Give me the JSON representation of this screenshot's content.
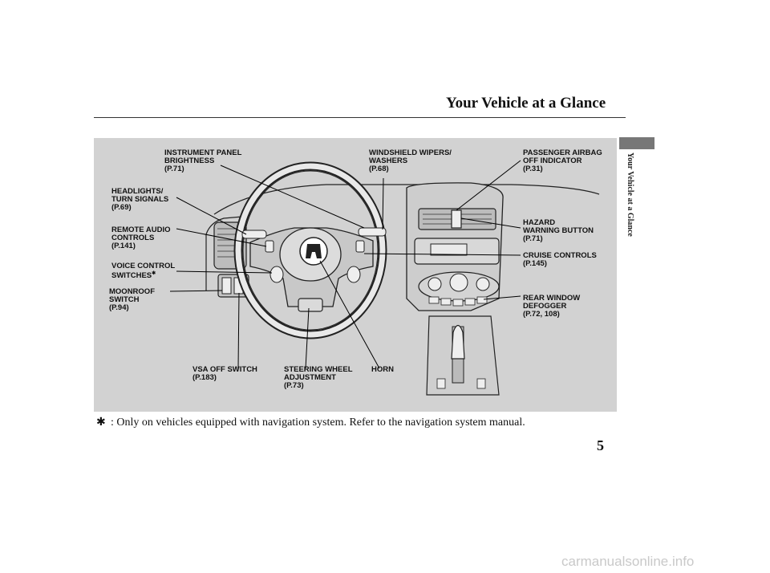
{
  "header": {
    "title": "Your Vehicle at a Glance"
  },
  "side_tab": {
    "text": "Your Vehicle at a Glance"
  },
  "labels": {
    "instrument_panel": {
      "line1": "INSTRUMENT PANEL",
      "line2": "BRIGHTNESS",
      "page": "(P.71)"
    },
    "wipers": {
      "line1": "WINDSHIELD WIPERS/",
      "line2": "WASHERS",
      "page": "(P.68)"
    },
    "airbag": {
      "line1": "PASSENGER AIRBAG",
      "line2": "OFF INDICATOR",
      "page": "(P.31)"
    },
    "headlights": {
      "line1": "HEADLIGHTS/",
      "line2": "TURN SIGNALS",
      "page": "(P.69)"
    },
    "remote_audio": {
      "line1": "REMOTE AUDIO",
      "line2": "CONTROLS",
      "page": "(P.141)"
    },
    "hazard": {
      "line1": "HAZARD",
      "line2": "WARNING BUTTON",
      "page": "(P.71)"
    },
    "voice": {
      "line1": "VOICE CONTROL",
      "line2": "SWITCHES",
      "mark": "✱"
    },
    "cruise": {
      "line1": "CRUISE CONTROLS",
      "page": "(P.145)"
    },
    "moonroof": {
      "line1": "MOONROOF",
      "line2": "SWITCH",
      "page": "(P.94)"
    },
    "defogger": {
      "line1": "REAR WINDOW",
      "line2": "DEFOGGER",
      "page": "(P.72, 108)"
    },
    "vsa": {
      "line1": "VSA OFF SWITCH",
      "page": "(P.183)"
    },
    "steering": {
      "line1": "STEERING WHEEL",
      "line2": "ADJUSTMENT",
      "page": "(P.73)"
    },
    "horn": {
      "line1": "HORN"
    }
  },
  "footnote": {
    "mark": "✱",
    "text": ": Only on vehicles equipped with navigation system. Refer to the navigation system manual."
  },
  "page_number": "5",
  "watermark": "carmanualsonline.info",
  "colors": {
    "panel": "#d2d2d2",
    "tab": "#777777",
    "line": "#000000"
  }
}
